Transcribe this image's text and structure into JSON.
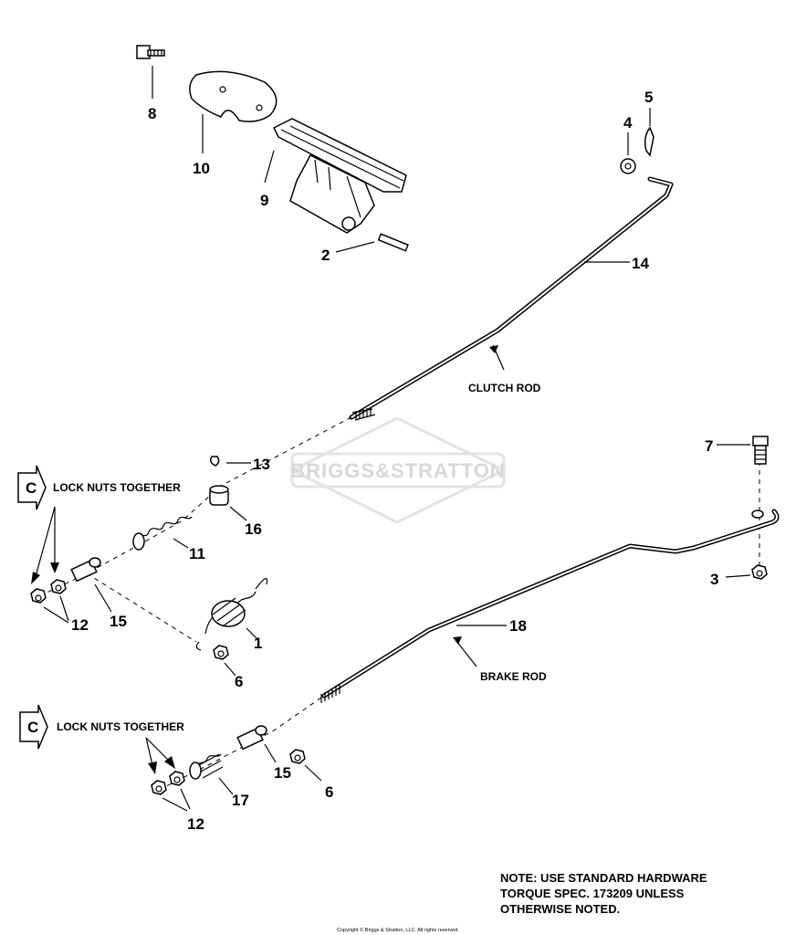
{
  "labels": {
    "p1": "1",
    "p2": "2",
    "p3": "3",
    "p4": "4",
    "p5": "5",
    "p6a": "6",
    "p6b": "6",
    "p7": "7",
    "p8": "8",
    "p9": "9",
    "p10": "10",
    "p11": "11",
    "p12a": "12",
    "p12b": "12",
    "p13": "13",
    "p14": "14",
    "p15a": "15",
    "p15b": "15",
    "p16": "16",
    "p17": "17",
    "p18": "18"
  },
  "callouts": {
    "clutch_rod": "CLUTCH ROD",
    "brake_rod": "BRAKE ROD",
    "lock_nuts_1": "LOCK NUTS TOGETHER",
    "lock_nuts_2": "LOCK NUTS TOGETHER",
    "c_tag_1": "C",
    "c_tag_2": "C"
  },
  "note": {
    "line1": "NOTE:  USE STANDARD HARDWARE",
    "line2": "TORQUE SPEC. 173209 UNLESS",
    "line3": "OTHERWISE NOTED."
  },
  "watermark": "BRIGGS&STRATTON",
  "copyright": "Copyright © Briggs & Stratton, LLC. All rights reserved."
}
